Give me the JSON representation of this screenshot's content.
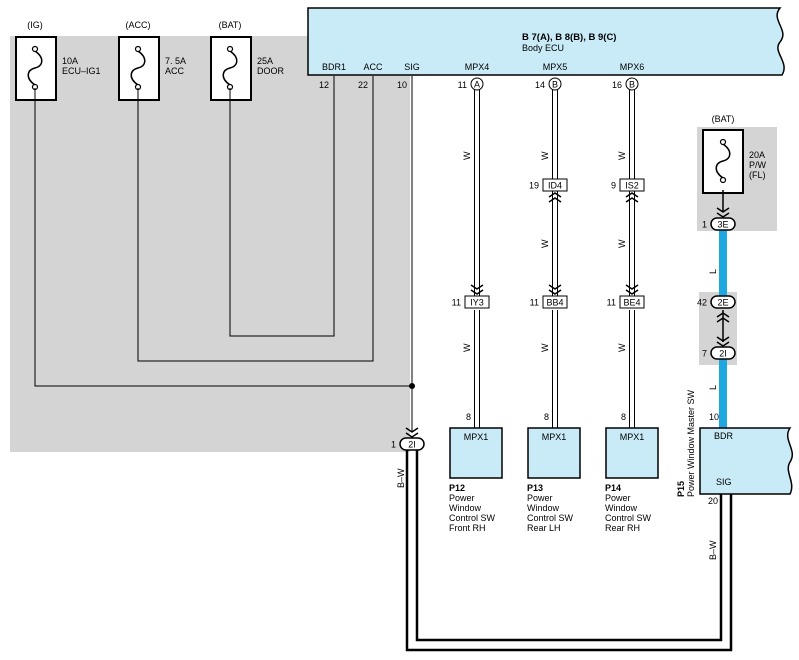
{
  "fuses": [
    {
      "source": "(IG)",
      "rating": "10A",
      "name": "ECU–IG1"
    },
    {
      "source": "(ACC)",
      "rating": "7. 5A",
      "name": "ACC"
    },
    {
      "source": "(BAT)",
      "rating": "25A",
      "name": "DOOR"
    }
  ],
  "fuse_pw": {
    "source": "(BAT)",
    "rating": "20A",
    "name": "P/W",
    "sub": "(FL)"
  },
  "body_ecu": {
    "title": "B 7(A), B 8(B), B 9(C)",
    "name": "Body ECU",
    "pins": [
      {
        "label": "BDR1",
        "num": "12"
      },
      {
        "label": "ACC",
        "num": "22"
      },
      {
        "label": "SIG",
        "num": "10"
      },
      {
        "label": "MPX4",
        "num": "11",
        "conn": "A"
      },
      {
        "label": "MPX5",
        "num": "14",
        "conn": "B"
      },
      {
        "label": "MPX6",
        "num": "16",
        "conn": "B"
      }
    ]
  },
  "wire_color_w": "W",
  "wire_color_l": "L",
  "wire_color_bw": "B–W",
  "connectors": {
    "id4": {
      "num": "19",
      "code": "ID4"
    },
    "is2": {
      "num": "9",
      "code": "IS2"
    },
    "iy3": {
      "num": "11",
      "code": "IY3"
    },
    "bb4": {
      "num": "11",
      "code": "BB4"
    },
    "be4": {
      "num": "11",
      "code": "BE4"
    },
    "c3e": {
      "num": "1",
      "code": "3E"
    },
    "c2e": {
      "num": "42",
      "code": "2E"
    },
    "c2i_right": {
      "num": "7",
      "code": "2I"
    },
    "c2i_left": {
      "num": "1",
      "code": "2I"
    }
  },
  "switches": [
    {
      "pin": "8",
      "port": "MPX1",
      "ref": "P12",
      "desc": [
        "Power",
        "Window",
        "Control SW",
        "Front RH"
      ]
    },
    {
      "pin": "8",
      "port": "MPX1",
      "ref": "P13",
      "desc": [
        "Power",
        "Window",
        "Control SW",
        "Rear LH"
      ]
    },
    {
      "pin": "8",
      "port": "MPX1",
      "ref": "P14",
      "desc": [
        "Power",
        "Window",
        "Control SW",
        "Rear RH"
      ]
    }
  ],
  "master": {
    "ref": "P15",
    "name": "Power Window Master SW",
    "bdr_pin": "10",
    "bdr": "BDR",
    "sig": "SIG",
    "sig_pin": "20"
  },
  "colors": {
    "ecu_fill": "#c9ebf7",
    "gray_zone": "#d4d4d4",
    "l_wire": "#1fa8df"
  }
}
